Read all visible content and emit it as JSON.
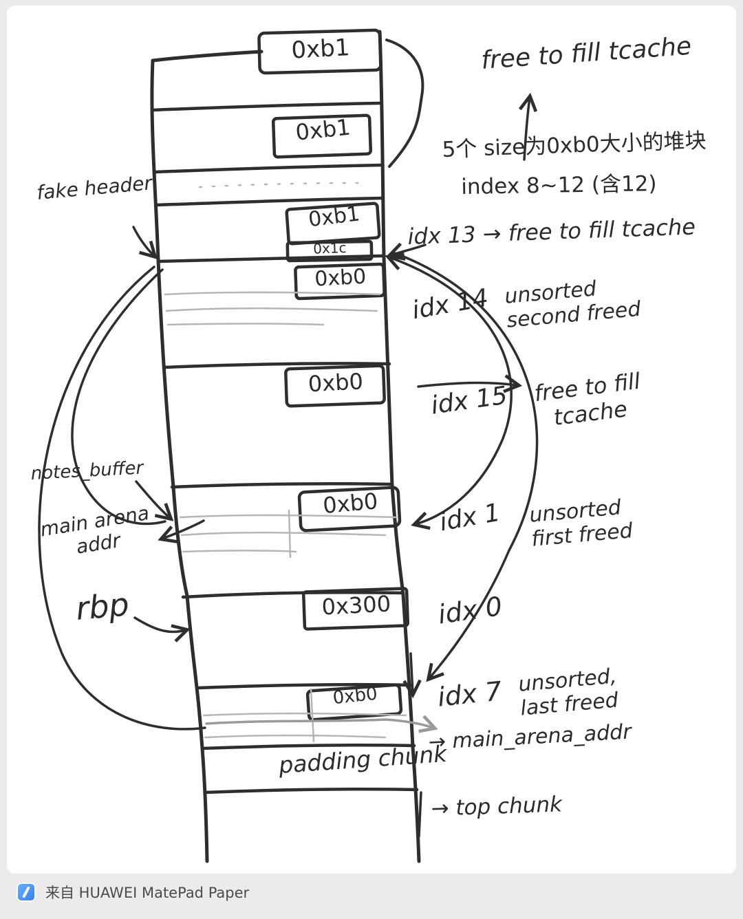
{
  "diagram": {
    "chunks": [
      "0xb1",
      "0xb1",
      "0xb1",
      "0x1c",
      "0xb0",
      "0xb0",
      "0xb0",
      "0x300",
      "0xb0",
      "padding chunk"
    ],
    "left_notes": {
      "fake_header": "fake header",
      "notes_buffer": "notes_buffer",
      "main_arena_addr": "main arena\naddr",
      "rbp": "rbp"
    },
    "right_notes": {
      "tcache_top": "free to fill tcache",
      "five_chunks_l1": "5个 size为0xb0大小的堆块",
      "five_chunks_l2": "index 8~12 (含12)",
      "idx13": "idx 13 → free to fill tcache",
      "idx14": "idx 14",
      "idx14_note": "unsorted\nsecond freed",
      "idx15": "idx 15",
      "idx15_note": "free to fill\ntcache",
      "idx1": "idx 1",
      "idx1_note": "unsorted\nfirst freed",
      "idx0": "idx 0",
      "idx7": "idx 7",
      "idx7_note": "unsorted,\nlast freed",
      "main_arena_addr": "→ main_arena_addr",
      "top_chunk": "→ top chunk"
    },
    "colors": {
      "ink": "#2e2e2e",
      "pencil": "#b5b5b5",
      "gray_arrow": "#9a9a9a",
      "icon_blue": "#3f8ef7"
    }
  },
  "footer": {
    "source": "来自 HUAWEI MatePad Paper"
  }
}
